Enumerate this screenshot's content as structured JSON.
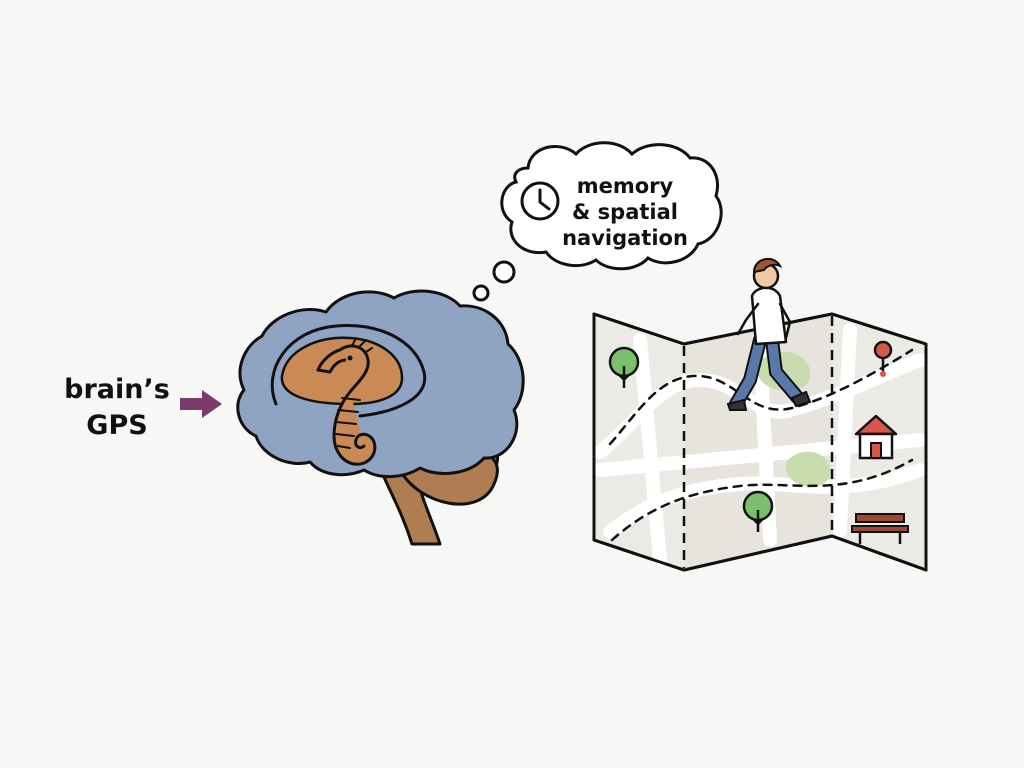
{
  "labels": {
    "gps_line1": "brain’s",
    "gps_line2": "GPS"
  },
  "thought": {
    "line1": "memory",
    "line2": "& spatial",
    "line3": "navigation"
  },
  "colors": {
    "background": "#f7f7f6",
    "cortex": "#8fa3c3",
    "brainstem": "#b07c52",
    "hippocampus": "#c98a55",
    "arrow": "#7b3a6b",
    "map_paper": "#eceae4",
    "map_road": "#ffffff",
    "park": "#c9dcae",
    "house_roof": "#d9574a",
    "pin": "#d9574a",
    "tree": "#7cbf6a",
    "bench": "#9c4a33",
    "shirt": "#ffffff",
    "pants": "#5b79a8",
    "hair": "#a0562e"
  },
  "icons": [
    "clock-icon",
    "tree-icon",
    "house-icon",
    "map-pin-icon",
    "bench-icon",
    "walking-person-icon",
    "seahorse-icon"
  ]
}
